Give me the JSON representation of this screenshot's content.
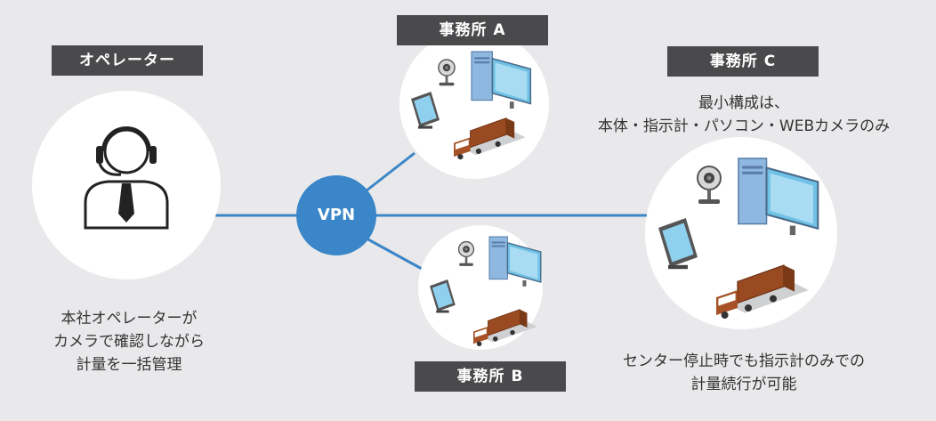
{
  "operator": {
    "label": "オペレーター",
    "description": [
      "本社オペレーターが",
      "カメラで確認しながら",
      "計量を一括管理"
    ]
  },
  "hub": {
    "label": "VPN"
  },
  "office_a": {
    "label": "事務所 A"
  },
  "office_b": {
    "label": "事務所 B"
  },
  "office_c": {
    "label": "事務所 C",
    "note": [
      "最小構成は、",
      "本体・指示計・パソコン・WEBカメラのみ"
    ],
    "footnote": [
      "センター停止時でも指示計のみでの",
      "計量続行が可能"
    ]
  },
  "colors": {
    "background": "#e9e9eb",
    "label_box": "#4a4a4c",
    "vpn_blue": "#3a86c8",
    "link_blue": "#3a86c8",
    "truck_brown": "#9a4a20",
    "monitor_blue": "#6fc1e6"
  }
}
